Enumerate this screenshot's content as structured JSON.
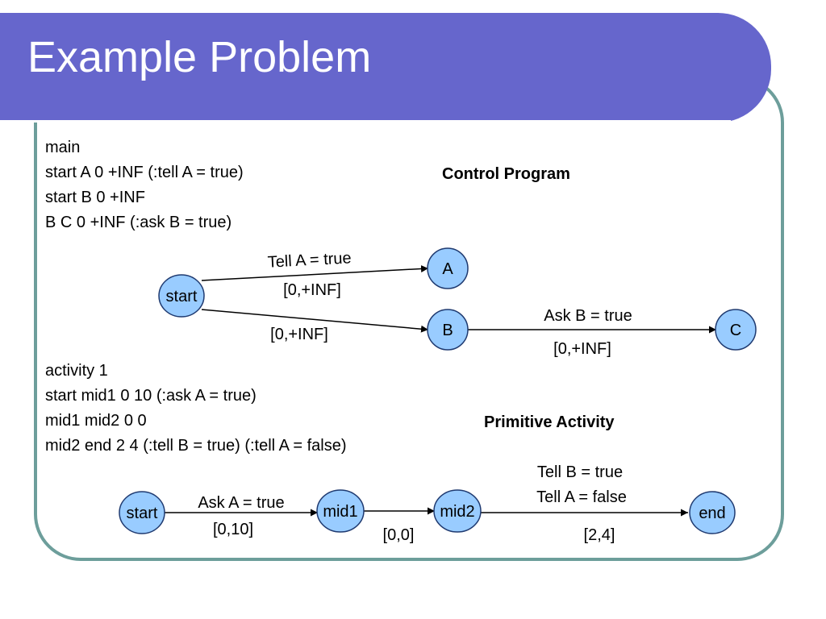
{
  "slide": {
    "title": "Example Problem",
    "colors": {
      "title_band": "#6666cc",
      "frame_border": "#6d9e9b",
      "node_fill": "#99ccff",
      "node_stroke": "#1f3a70"
    }
  },
  "main_program": {
    "lines": [
      "main",
      "start A 0 +INF (:tell A = true)",
      "start B 0 +INF",
      "B C 0 +INF (:ask B = true)"
    ]
  },
  "activity_program": {
    "lines": [
      "activity 1",
      "start mid1 0 10 (:ask A = true)",
      "mid1 mid2 0 0",
      "mid2 end 2 4 (:tell B = true) (:tell A = false)"
    ]
  },
  "control_program": {
    "title": "Control Program",
    "nodes": [
      {
        "id": "cp-start",
        "label": "start"
      },
      {
        "id": "cp-a",
        "label": "A"
      },
      {
        "id": "cp-b",
        "label": "B"
      },
      {
        "id": "cp-c",
        "label": "C"
      }
    ],
    "edges": [
      {
        "from": "cp-start",
        "to": "cp-a",
        "labels": [
          "Tell A = true",
          "[0,+INF]"
        ]
      },
      {
        "from": "cp-start",
        "to": "cp-b",
        "labels": [
          "[0,+INF]"
        ]
      },
      {
        "from": "cp-b",
        "to": "cp-c",
        "labels": [
          "Ask B = true",
          "[0,+INF]"
        ]
      }
    ]
  },
  "primitive_activity": {
    "title": "Primitive Activity",
    "nodes": [
      {
        "id": "pa-start",
        "label": "start"
      },
      {
        "id": "pa-mid1",
        "label": "mid1"
      },
      {
        "id": "pa-mid2",
        "label": "mid2"
      },
      {
        "id": "pa-end",
        "label": "end"
      }
    ],
    "edges": [
      {
        "from": "pa-start",
        "to": "pa-mid1",
        "labels": [
          "Ask A = true",
          "[0,10]"
        ]
      },
      {
        "from": "pa-mid1",
        "to": "pa-mid2",
        "labels": [
          "[0,0]"
        ]
      },
      {
        "from": "pa-mid2",
        "to": "pa-end",
        "labels": [
          "Tell B = true",
          "Tell A = false",
          "[2,4]"
        ]
      }
    ]
  }
}
